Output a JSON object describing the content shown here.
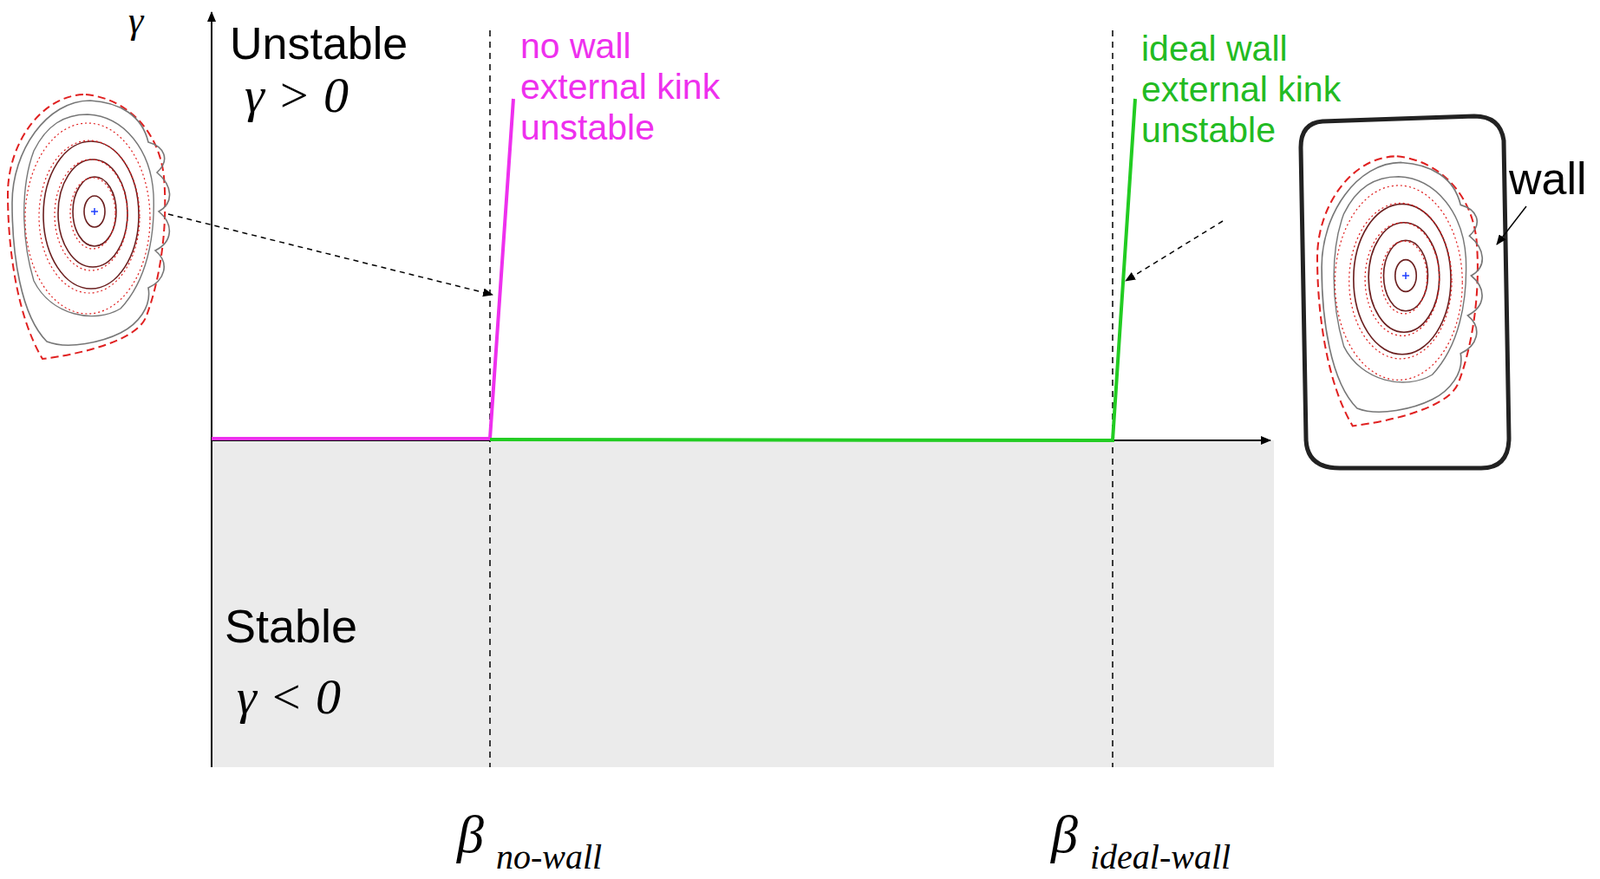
{
  "diagram": {
    "labels": [
      "γ",
      "Unstable",
      "γ > 0",
      "no wall external kink unstable",
      "ideal wall external kink unstable",
      "wall",
      "Stable",
      "γ < 0",
      "β",
      "no-wall",
      "β",
      "ideal-wall"
    ]
  }
}
